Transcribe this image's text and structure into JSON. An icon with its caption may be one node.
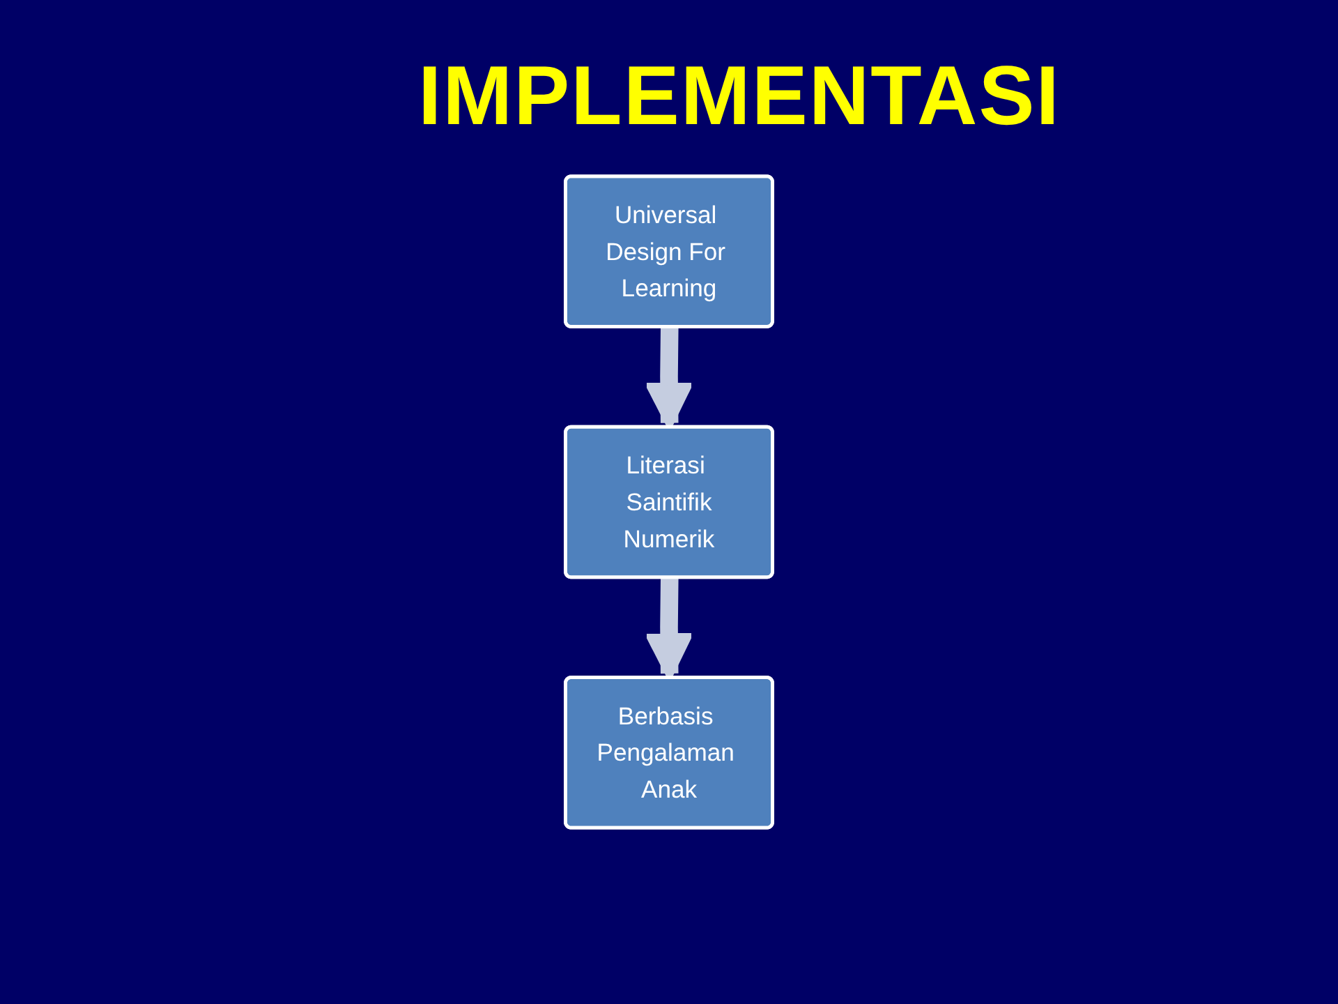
{
  "diagram": {
    "title": "IMPLEMENTASI",
    "nodes": [
      {
        "text": [
          "Universal Design For Learning"
        ]
      },
      {
        "text": [
          "Literasi Saintifik",
          "Numerik"
        ]
      },
      {
        "text": [
          "Berbasis Pengalaman Anak"
        ]
      }
    ],
    "edges": [
      {
        "from": 0,
        "to": 1,
        "arrow": "to"
      },
      {
        "from": 1,
        "to": 2,
        "arrow": "to"
      }
    ]
  }
}
